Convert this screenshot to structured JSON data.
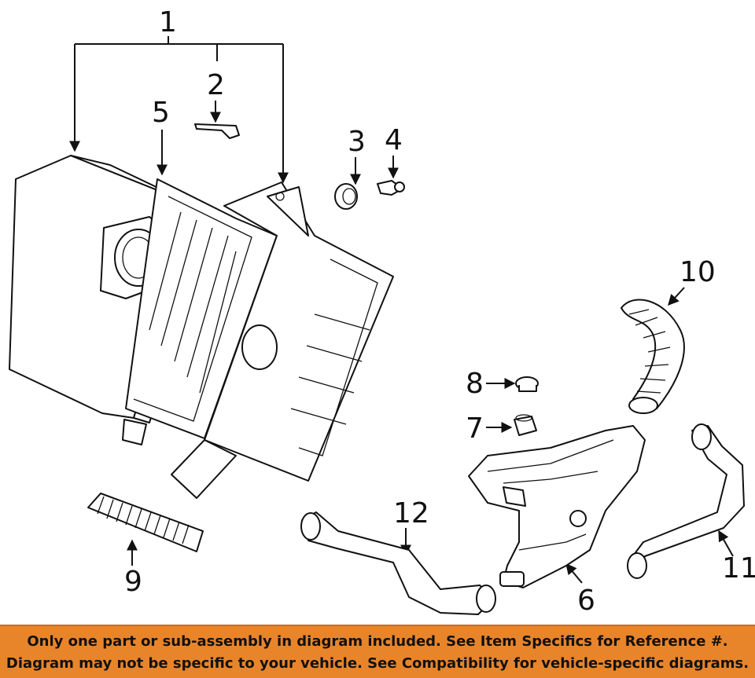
{
  "callouts": {
    "c1": "1",
    "c2": "2",
    "c3": "3",
    "c4": "4",
    "c5": "5",
    "c6": "6",
    "c7": "7",
    "c8": "8",
    "c9": "9",
    "c10": "10",
    "c11": "11",
    "c12": "12"
  },
  "footer": {
    "line1": "Only one part or sub-assembly in diagram included. See Item Specifics for Reference #.",
    "line2": "Diagram may not be specific to your vehicle. See Compatibility for vehicle-specific diagrams."
  },
  "colors": {
    "footer_bg": "#e8852b",
    "ink": "#111111"
  }
}
